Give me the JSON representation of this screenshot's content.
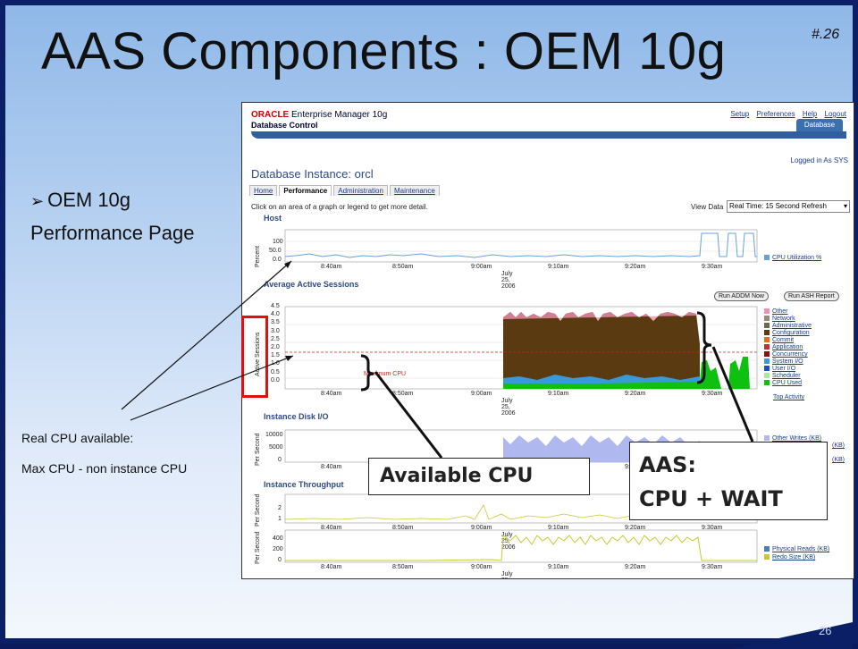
{
  "slide": {
    "title": "AAS Components : OEM 10g",
    "number_top": "#.26",
    "number_bottom": "26",
    "bullet_line1": "OEM 10g",
    "bullet_line2": "Performance Page",
    "note_line1": "Real CPU available:",
    "note_line2": "Max CPU - non instance CPU",
    "callout_available": "Available CPU",
    "callout_aas_line1": "AAS:",
    "callout_aas_line2": "CPU + WAIT"
  },
  "oem": {
    "logo": "ORACLE",
    "product": "Enterprise Manager 10g",
    "db_control": "Database Control",
    "top_links": [
      "Setup",
      "Preferences",
      "Help",
      "Logout"
    ],
    "db_tab": "Database",
    "logged_in": "Logged in As SYS",
    "instance_title": "Database Instance: orcl",
    "tabs": [
      "Home",
      "Performance",
      "Administration",
      "Maintenance"
    ],
    "hint": "Click on an area of a graph or legend to get more detail.",
    "view_data_label": "View Data",
    "view_data_value": "Real Time: 15 Second Refresh",
    "sections": {
      "host": "Host",
      "aas": "Average Active Sessions",
      "disk": "Instance Disk I/O",
      "throughput": "Instance Throughput"
    },
    "time_ticks": [
      "8:40am",
      "8:50am",
      "9:00am",
      "9:10am",
      "9:20am",
      "9:30am"
    ],
    "date": "July 25, 2006",
    "host_yticks": [
      "100",
      "50.0",
      "0.0"
    ],
    "host_ylabel": "Percent",
    "host_legend": "CPU Utilization %",
    "aas_yticks": [
      "4.5",
      "4.0",
      "3.5",
      "3.0",
      "2.5",
      "2.0",
      "1.5",
      "1.0",
      "0.5",
      "0.0"
    ],
    "aas_ylabel": "Active Sessions",
    "max_cpu_label": "Maximum CPU",
    "run_addm": "Run ADDM Now",
    "run_ash": "Run ASH Report",
    "aas_legend": [
      {
        "label": "Other",
        "color": "#f08fb0"
      },
      {
        "label": "Network",
        "color": "#9a8a7a"
      },
      {
        "label": "Administrative",
        "color": "#6b6b4a"
      },
      {
        "label": "Configuration",
        "color": "#5a3a10"
      },
      {
        "label": "Commit",
        "color": "#e07020"
      },
      {
        "label": "Application",
        "color": "#c03030"
      },
      {
        "label": "Concurrency",
        "color": "#8b1010"
      },
      {
        "label": "System I/O",
        "color": "#3a9ad8"
      },
      {
        "label": "User I/O",
        "color": "#1a4fc0"
      },
      {
        "label": "Scheduler",
        "color": "#a8e8a0"
      },
      {
        "label": "CPU Used",
        "color": "#10c010"
      }
    ],
    "top_activity": "Top Activity",
    "disk_yticks": [
      "10000",
      "5000",
      "0"
    ],
    "disk_ylabel": "Per Second",
    "disk_legend": [
      "Other Writes (KB)",
      "(KB)",
      "(KB)"
    ],
    "tp_ylabel": "Per Second",
    "tp1_yticks": [
      "2",
      "1"
    ],
    "tp2_yticks": [
      "400",
      "200",
      "0"
    ],
    "tp_legend": [
      "Physical Reads (KB)",
      "Redo Size (KB)"
    ],
    "colors": {
      "cpu_green": "#10c010",
      "brown": "#5a3a10",
      "user_io_blue": "#1a4fc0",
      "max_cpu_red": "#d02020",
      "callout_red": "#e01010"
    }
  }
}
